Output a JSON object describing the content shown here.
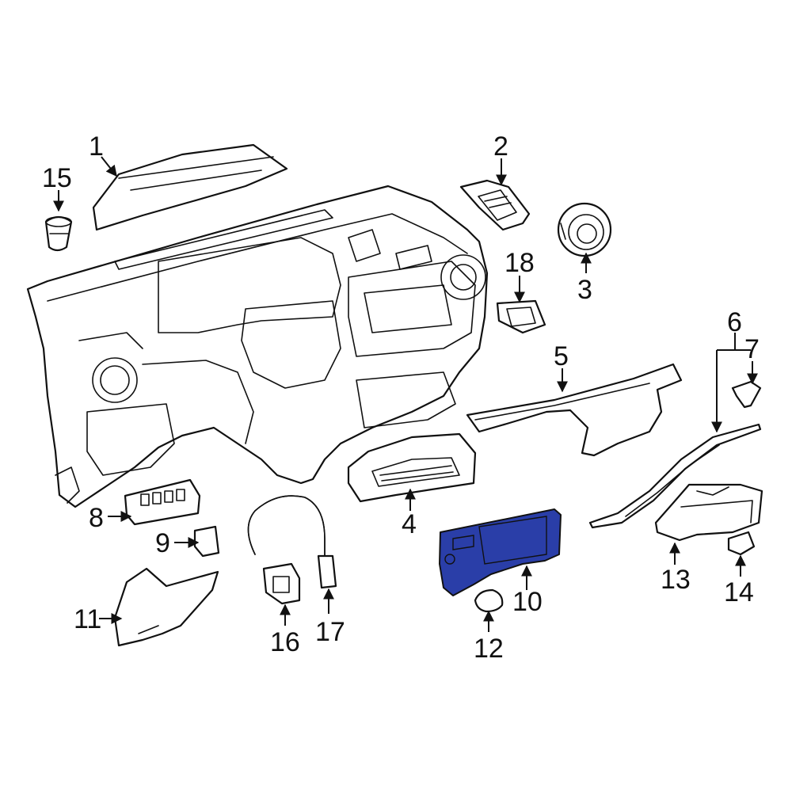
{
  "highlight_color": "#2a3ea8",
  "callouts": {
    "c1": "1",
    "c2": "2",
    "c3": "3",
    "c4": "4",
    "c5": "5",
    "c6": "6",
    "c7": "7",
    "c8": "8",
    "c9": "9",
    "c10": "10",
    "c11": "11",
    "c12": "12",
    "c13": "13",
    "c14": "14",
    "c15": "15",
    "c16": "16",
    "c17": "17",
    "c18": "18"
  }
}
